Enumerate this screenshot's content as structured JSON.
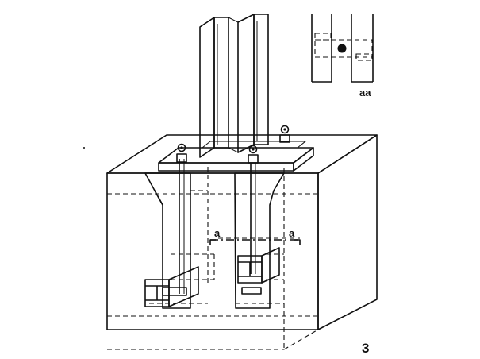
{
  "figure": {
    "number": "3",
    "section_marks": {
      "left": "a",
      "right": "a"
    },
    "inset_label": "aa"
  },
  "colors": {
    "ink": "#111111",
    "paper": "#ffffff",
    "hatch": "#1a1a1a"
  },
  "icons": [
    "anchor-nut-icon",
    "steel-column-icon",
    "i-beam-anchor-icon"
  ]
}
